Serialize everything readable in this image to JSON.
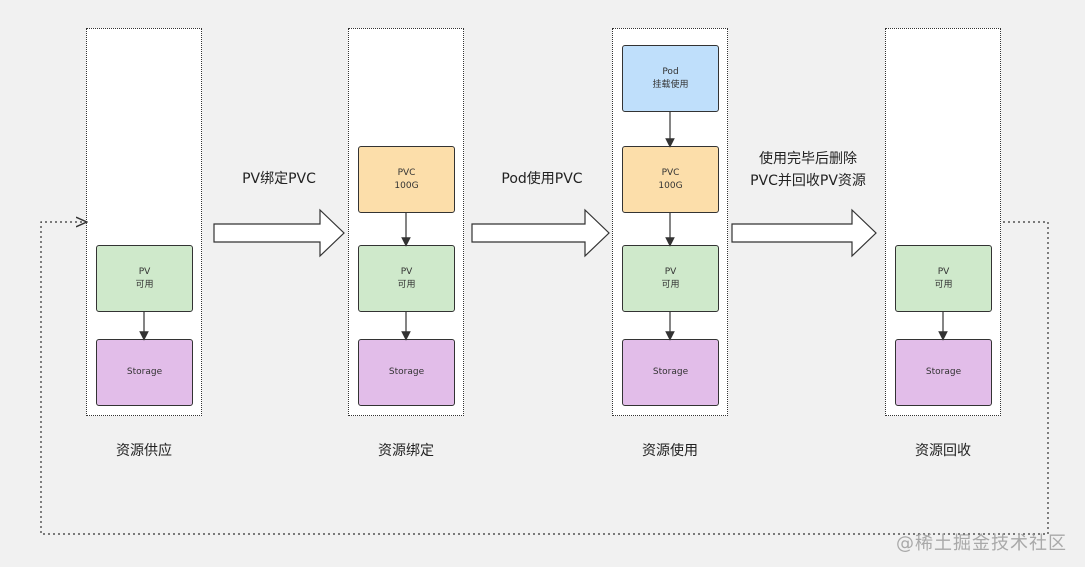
{
  "stages": [
    {
      "title": "资源供应",
      "pv": {
        "name": "PV",
        "status": "可用"
      },
      "storage": "Storage"
    },
    {
      "title": "资源绑定",
      "pvc": {
        "name": "PVC",
        "size": "100G"
      },
      "pv": {
        "name": "PV",
        "status": "可用"
      },
      "storage": "Storage"
    },
    {
      "title": "资源使用",
      "pod": {
        "name": "Pod",
        "status": "挂载使用"
      },
      "pvc": {
        "name": "PVC",
        "size": "100G"
      },
      "pv": {
        "name": "PV",
        "status": "可用"
      },
      "storage": "Storage"
    },
    {
      "title": "资源回收",
      "pv": {
        "name": "PV",
        "status": "可用"
      },
      "storage": "Storage"
    }
  ],
  "steps": [
    {
      "line1": "PV绑定PVC"
    },
    {
      "line1": "Pod使用PVC"
    },
    {
      "line1": "使用完毕后删除",
      "line2": "PVC并回收PV资源"
    }
  ],
  "watermark": "@稀土掘金技术社区",
  "colors": {
    "pod": "#bfdffb",
    "pvc": "#fcdeaa",
    "pv": "#cfe9cb",
    "storage": "#e2bde9",
    "background": "#f1f1f1"
  }
}
